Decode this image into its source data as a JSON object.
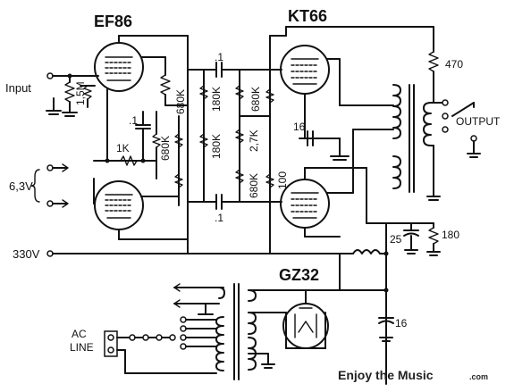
{
  "tubes": {
    "preamp": "EF86",
    "output": "KT66",
    "rectifier": "GZ32"
  },
  "terminals": {
    "input": "Input",
    "heater": "6,3V",
    "supply": "330V",
    "output": "OUTPUT",
    "ac_line_top": "AC",
    "ac_line_bottom": "LINE"
  },
  "components": {
    "r_grid": "1,5M",
    "c_coupling_top": ".1",
    "c_coupling_bottom": ".1",
    "c_screen": ".1",
    "r_plate1": "680K",
    "r_plate2": "680K",
    "r_k1": "1K",
    "r_180k_a": "180K",
    "r_180k_b": "180K",
    "r_680k_c": "680K",
    "r_2_7k": "2,7K",
    "r_680k_d": "680K",
    "r_100": "100",
    "c_16_bypass": "16",
    "r_470": "470",
    "c_25": "25",
    "r_180": "180",
    "c_16_filter": "16"
  },
  "watermark": {
    "name": "Enjoy the Music",
    "suffix": ".com"
  }
}
